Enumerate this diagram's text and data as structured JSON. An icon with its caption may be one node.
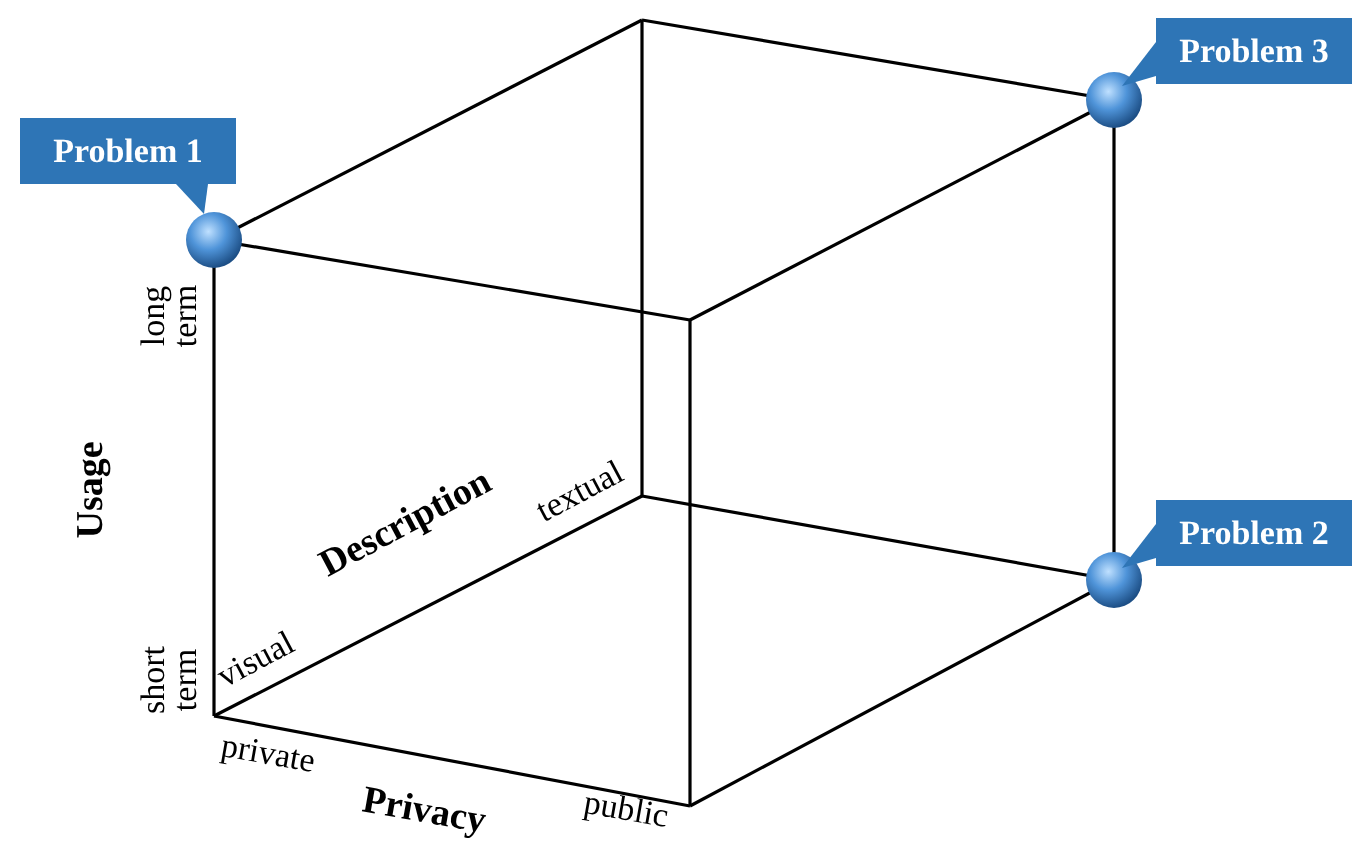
{
  "diagram": {
    "nodes": [
      {
        "text": [
          "Problem 3"
        ]
      },
      {
        "text": [
          "Problem 1"
        ]
      },
      {
        "text": [
          "Problem 2"
        ]
      }
    ],
    "labels": [
      "long term",
      "Usage",
      "short term",
      "visual",
      "Description",
      "textual",
      "private",
      "Privacy",
      "public"
    ]
  }
}
